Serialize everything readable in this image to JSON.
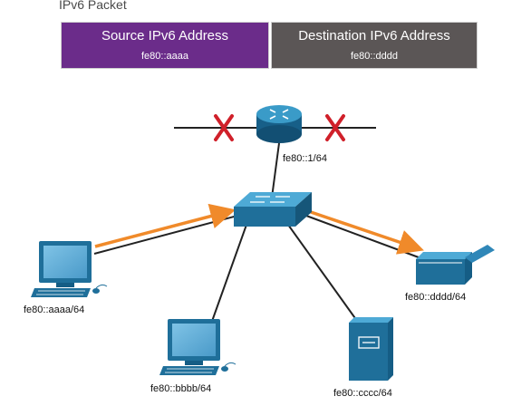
{
  "packet": {
    "caption": "IPv6 Packet",
    "source": {
      "title": "Source IPv6 Address",
      "address": "fe80::aaaa"
    },
    "destination": {
      "title": "Destination IPv6 Address",
      "address": "fe80::dddd"
    }
  },
  "devices": {
    "router": {
      "label": "fe80::1/64"
    },
    "pc1": {
      "label": "fe80::aaaa/64"
    },
    "pc2": {
      "label": "fe80::bbbb/64"
    },
    "server": {
      "label": "fe80::cccc/64"
    },
    "printer": {
      "label": "fe80::dddd/64"
    }
  },
  "colors": {
    "source_box": "#6b2c8a",
    "destination_box": "#5b5656",
    "arrow": "#f08a2a",
    "blocked_x": "#d0202a",
    "device": "#1f6f9a"
  }
}
